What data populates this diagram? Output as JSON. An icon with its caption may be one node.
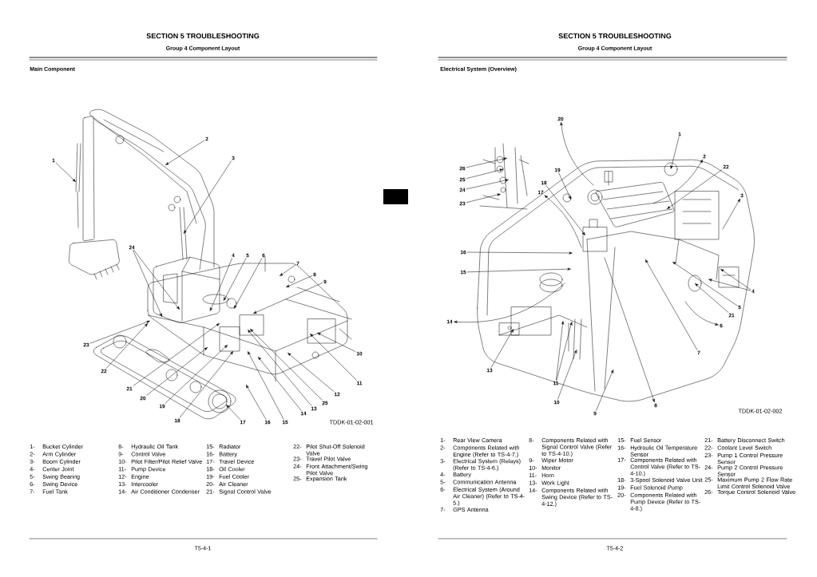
{
  "diagram": {
    "nodes": [
      {
        "text": [
          "1"
        ]
      },
      {
        "text": [
          "2"
        ]
      },
      {
        "text": [
          "3"
        ]
      },
      {
        "text": [
          "4"
        ]
      },
      {
        "text": [
          "5"
        ]
      },
      {
        "text": [
          "6"
        ]
      },
      {
        "text": [
          "7"
        ]
      },
      {
        "text": [
          "8"
        ]
      },
      {
        "text": [
          "9"
        ]
      },
      {
        "text": [
          "10"
        ]
      },
      {
        "text": [
          "11"
        ]
      },
      {
        "text": [
          "12"
        ]
      },
      {
        "text": [
          "13"
        ]
      },
      {
        "text": [
          "14"
        ]
      },
      {
        "text": [
          "15"
        ]
      },
      {
        "text": [
          "16"
        ]
      },
      {
        "text": [
          "17"
        ]
      },
      {
        "text": [
          "18"
        ]
      },
      {
        "text": [
          "19"
        ]
      },
      {
        "text": [
          "20"
        ]
      },
      {
        "text": [
          "21"
        ]
      },
      {
        "text": [
          "22"
        ]
      },
      {
        "text": [
          "23"
        ]
      },
      {
        "text": [
          "24"
        ]
      },
      {
        "text": [
          "25"
        ]
      },
      {
        "text": [
          "1"
        ]
      },
      {
        "text": [
          "2"
        ]
      },
      {
        "text": [
          "3"
        ]
      },
      {
        "text": [
          "4"
        ]
      },
      {
        "text": [
          "5"
        ]
      },
      {
        "text": [
          "6"
        ]
      },
      {
        "text": [
          "7"
        ]
      },
      {
        "text": [
          "8"
        ]
      },
      {
        "text": [
          "9"
        ]
      },
      {
        "text": [
          "10"
        ]
      },
      {
        "text": [
          "11"
        ]
      },
      {
        "text": [
          "13"
        ]
      },
      {
        "text": [
          "14"
        ]
      },
      {
        "text": [
          "15"
        ]
      },
      {
        "text": [
          "16"
        ]
      },
      {
        "text": [
          "17"
        ]
      },
      {
        "text": [
          "18"
        ]
      },
      {
        "text": [
          "19"
        ]
      },
      {
        "text": [
          "20"
        ]
      },
      {
        "text": [
          "21"
        ]
      },
      {
        "text": [
          "22"
        ]
      },
      {
        "text": [
          "23"
        ]
      },
      {
        "text": [
          "24"
        ]
      },
      {
        "text": [
          "25"
        ]
      },
      {
        "text": [
          "26"
        ]
      }
    ],
    "edges": [
      {
        "from": 0,
        "to": null,
        "arrow": "to"
      },
      {
        "from": 1,
        "to": null,
        "arrow": "to"
      },
      {
        "from": 2,
        "to": null,
        "arrow": "to"
      },
      {
        "from": 3,
        "to": null,
        "arrow": "to"
      },
      {
        "from": 4,
        "to": null,
        "arrow": "to"
      },
      {
        "from": 5,
        "to": null,
        "arrow": "to"
      },
      {
        "from": 6,
        "to": null,
        "arrow": "to"
      },
      {
        "from": 7,
        "to": null,
        "arrow": "to"
      },
      {
        "from": 8,
        "to": null,
        "arrow": "to"
      },
      {
        "from": 9,
        "to": null,
        "arrow": "to"
      },
      {
        "from": 10,
        "to": null,
        "arrow": "to"
      },
      {
        "from": 11,
        "to": null,
        "arrow": "to"
      },
      {
        "from": 12,
        "to": null,
        "arrow": "to"
      },
      {
        "from": 13,
        "to": null,
        "arrow": "to"
      },
      {
        "from": 14,
        "to": null,
        "arrow": "to"
      },
      {
        "from": 15,
        "to": null,
        "arrow": "to"
      },
      {
        "from": 16,
        "to": null,
        "arrow": "to"
      },
      {
        "from": 17,
        "to": null,
        "arrow": "to"
      },
      {
        "from": 18,
        "to": null,
        "arrow": "to"
      },
      {
        "from": 19,
        "to": null,
        "arrow": "to"
      },
      {
        "from": 20,
        "to": null,
        "arrow": "to"
      },
      {
        "from": 21,
        "to": null,
        "arrow": "to"
      },
      {
        "from": 22,
        "to": null,
        "arrow": "to"
      },
      {
        "from": 23,
        "to": null,
        "arrow": "to"
      },
      {
        "from": 23,
        "to": null,
        "arrow": "to"
      },
      {
        "from": 24,
        "to": null,
        "arrow": "to"
      },
      {
        "from": 25,
        "to": null,
        "arrow": "to"
      },
      {
        "from": null,
        "to": 26,
        "arrow": "to"
      },
      {
        "from": null,
        "to": 27,
        "arrow": "to"
      },
      {
        "from": 28,
        "to": null,
        "arrow": "to"
      },
      {
        "from": 28,
        "to": null,
        "arrow": "to"
      },
      {
        "from": 29,
        "to": null,
        "arrow": "to"
      },
      {
        "from": null,
        "to": 30,
        "arrow": "to"
      },
      {
        "from": 31,
        "to": null,
        "arrow": "to"
      },
      {
        "from": null,
        "to": 32,
        "arrow": "to"
      },
      {
        "from": 33,
        "to": null,
        "arrow": "to"
      },
      {
        "from": 34,
        "to": null,
        "arrow": "to"
      },
      {
        "from": 35,
        "to": null,
        "arrow": "to"
      },
      {
        "from": 35,
        "to": null,
        "arrow": "to"
      },
      {
        "from": 36,
        "to": null,
        "arrow": "to"
      },
      {
        "from": null,
        "to": 37,
        "arrow": "to"
      },
      {
        "from": 38,
        "to": null,
        "arrow": "to"
      },
      {
        "from": 39,
        "to": null,
        "arrow": "to"
      },
      {
        "from": null,
        "to": 40,
        "arrow": "to"
      },
      {
        "from": 41,
        "to": null,
        "arrow": "to"
      },
      {
        "from": 42,
        "to": null,
        "arrow": "to"
      },
      {
        "from": null,
        "to": 43,
        "arrow": "to"
      },
      {
        "from": 44,
        "to": null,
        "arrow": "to"
      },
      {
        "from": 45,
        "to": null,
        "arrow": "to"
      },
      {
        "from": 46,
        "to": null,
        "arrow": "to"
      },
      {
        "from": 47,
        "to": null,
        "arrow": "to"
      },
      {
        "from": 48,
        "to": null,
        "arrow": "to"
      },
      {
        "from": 49,
        "to": null,
        "arrow": "to"
      }
    ],
    "labels": [
      "SECTION 5 TROUBLESHOOTING",
      "Group 4 Component Layout",
      "Main Component",
      "TDDK-01-02-001",
      "1-",
      "Bucket Cylinder",
      "2-",
      "Arm Cylinder",
      "3-",
      "Boom Cylinder",
      "4-",
      "Center Joint",
      "5-",
      "Swing Bearing",
      "6-",
      "Swing Device",
      "7-",
      "Fuel Tank",
      "8-",
      "Hydraulic Oil Tank",
      "9-",
      "Control Valve",
      "10-",
      "Pilot Filter/Pilot Relief Valve",
      "11-",
      "Pump Device",
      "12-",
      "Engine",
      "13-",
      "Intercooler",
      "14-",
      "Air Conditioner Condenser",
      "15-",
      "Radiator",
      "16-",
      "Battery",
      "17-",
      "Travel Device",
      "18-",
      "Oil Cooler",
      "19-",
      "Fuel Cooler",
      "20-",
      "Air Cleaner",
      "21-",
      "Signal Control Valve",
      "22-",
      "Pilot Shut-Off Solenoid Valve",
      "23-",
      "Travel Pilot Valve",
      "24-",
      "Front Attachment/Swing Pilot Valve",
      "25-",
      "Expansion Tank",
      "T5-4-1",
      "SECTION 5 TROUBLESHOOTING",
      "Group 4 Component Layout",
      "Electrical System (Overview)",
      "TDDK-01-02-002",
      "1-",
      "Rear View Camera",
      "2-",
      "Components Related with Engine (Refer to TS-4-7.)",
      "3-",
      "Electrical System (Relays) (Refer to TS-4-6.)",
      "4-",
      "Battery",
      "5-",
      "Communication Antenna",
      "6-",
      "Electrical System (Around Air Cleaner) (Refer to TS-4-5.)",
      "7-",
      "GPS Antenna",
      "8-",
      "Components Related with Signal Control Valve (Refer to TS-4-10.)",
      "9-",
      "Wiper Motor",
      "10-",
      "Monitor",
      "11-",
      "Horn",
      "13-",
      "Work Light",
      "14-",
      "Components Related with Swing Device (Refer to TS-4-12.)",
      "15-",
      "Fuel Sensor",
      "16-",
      "Hydraulic Oil Temperature Sensor",
      "17-",
      "Components Related with Control Valve (Refer to TS-4-10.)",
      "18-",
      "3-Spool Solenoid Valve Unit",
      "19-",
      "Fuel Solenoid Pump",
      "20-",
      "Components Related with Pump Device (Refer to TS-4-8.)",
      "21-",
      "Battery Disconnect Switch",
      "22-",
      "Coolant Level Switch",
      "23-",
      "Pump 1 Control Pressure Sensor",
      "24-",
      "Pump 2 Control Pressure Sensor",
      "25-",
      "Maximum Pump 2 Flow Rate Limit Control Solenoid Valve",
      "26-",
      "Torque Control Solenoid Valve",
      "T5-4-2"
    ]
  }
}
